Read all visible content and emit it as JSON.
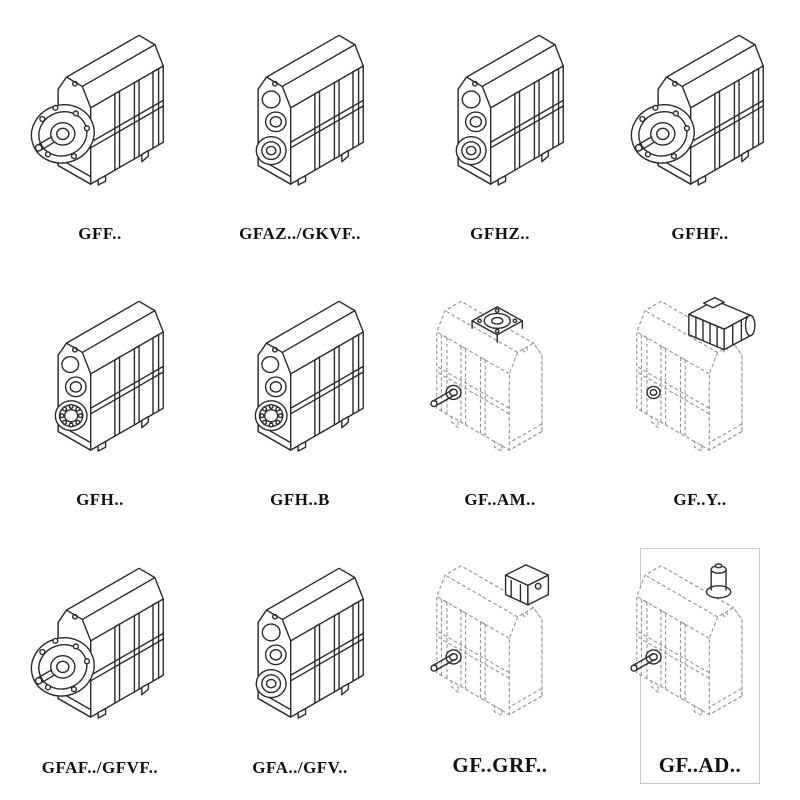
{
  "page": {
    "background": "#ffffff",
    "ink_color": "#2b2b2b",
    "dashed_color": "#979797",
    "description": "Catalog sheet of F-series parallel shaft helical gear units, 12 mounting variants"
  },
  "grid": {
    "rows": 3,
    "cols": 4,
    "cells": [
      {
        "label": "GFF..",
        "type": "flange",
        "drawing": "flange-mounted-gear-unit"
      },
      {
        "label": "GFAZ../GKVF..",
        "type": "hollow",
        "drawing": "hollow-shaft-gear-unit"
      },
      {
        "label": "GFHZ..",
        "type": "hollow",
        "drawing": "hollow-shaft-gear-unit"
      },
      {
        "label": "GFHF..",
        "type": "flange",
        "drawing": "flange-mounted-gear-unit"
      },
      {
        "label": "GFH..",
        "type": "foot",
        "drawing": "foot-mounted-gear-unit"
      },
      {
        "label": "GFH..B",
        "type": "foot",
        "drawing": "foot-mounted-gear-unit"
      },
      {
        "label": "GF..AM..",
        "type": "dash-flangetop",
        "drawing": "gear-unit-with-motor-adapter-flange"
      },
      {
        "label": "GF..Y..",
        "type": "dash-motor",
        "drawing": "gear-unit-with-mounted-motor"
      },
      {
        "label": "GFAF../GFVF..",
        "type": "flange",
        "drawing": "flange-mounted-gear-unit"
      },
      {
        "label": "GFA../GFV..",
        "type": "hollow",
        "drawing": "hollow-shaft-gear-unit"
      },
      {
        "label": "GF..GRF..",
        "type": "dash-adapter",
        "drawing": "gear-unit-with-input-adapter"
      },
      {
        "label": "GF..AD..",
        "type": "dash-plain",
        "drawing": "gear-unit-with-input-shaft-assembly"
      }
    ]
  }
}
